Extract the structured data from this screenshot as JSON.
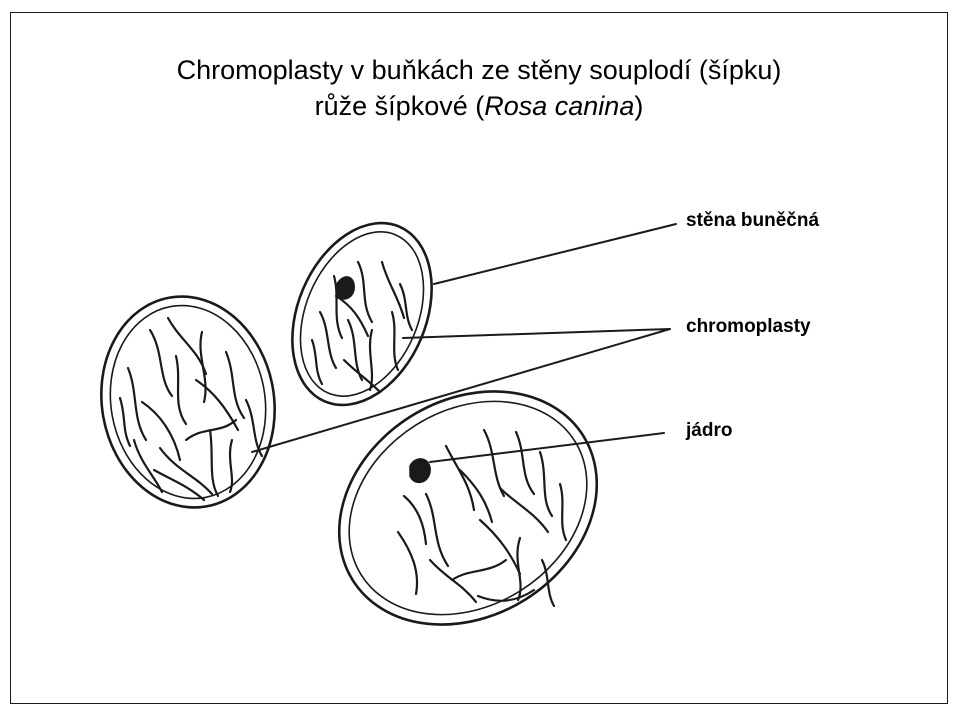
{
  "title": {
    "line1": "Chromoplasty v buňkách ze stěny souplodí (šípku)",
    "line2_prefix": "růže šípkové (",
    "line2_species": "Rosa canina",
    "line2_suffix": ")"
  },
  "labels": {
    "cell_wall": "stěna buněčná",
    "chromoplasts": "chromoplasty",
    "nucleus": "jádro"
  },
  "colors": {
    "ink": "#1a1a1a",
    "background": "#ffffff"
  }
}
